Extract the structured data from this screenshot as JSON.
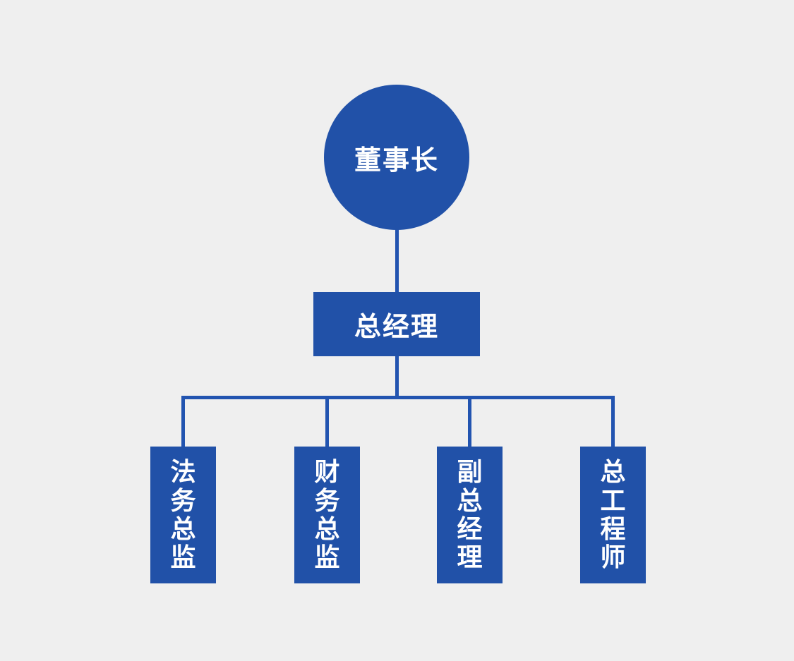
{
  "diagram": {
    "type": "org-chart",
    "root": {
      "label": "董事长",
      "shape": "circle"
    },
    "manager": {
      "label": "总经理",
      "shape": "rectangle"
    },
    "children": [
      {
        "label": "法务总监"
      },
      {
        "label": "财务总监"
      },
      {
        "label": "副总经理"
      },
      {
        "label": "总工程师"
      }
    ]
  },
  "colors": {
    "background": "#efefef",
    "node_fill": "#2151a8",
    "connector": "#2254b0",
    "text": "#ffffff"
  }
}
